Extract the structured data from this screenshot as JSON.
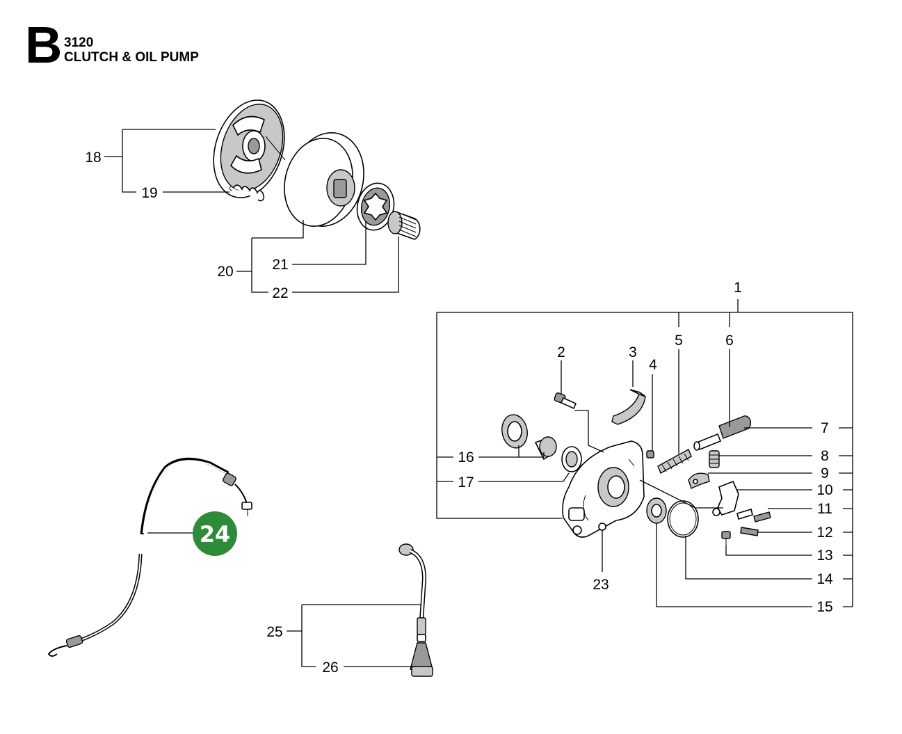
{
  "header": {
    "section_letter": "B",
    "code": "3120",
    "title": "CLUTCH & OIL PUMP"
  },
  "callouts": {
    "p1": "1",
    "p2": "2",
    "p3": "3",
    "p4": "4",
    "p5": "5",
    "p6": "6",
    "p7": "7",
    "p8": "8",
    "p9": "9",
    "p10": "10",
    "p11": "11",
    "p12": "12",
    "p13": "13",
    "p14": "14",
    "p15": "15",
    "p16": "16",
    "p17": "17",
    "p18": "18",
    "p19": "19",
    "p20": "20",
    "p21": "21",
    "p22": "22",
    "p23": "23",
    "p24": "24",
    "p25": "25",
    "p26": "26"
  },
  "colors": {
    "highlight_badge": "#2e8b3a",
    "line": "#000000",
    "background": "#ffffff"
  },
  "highlighted_part": "24"
}
